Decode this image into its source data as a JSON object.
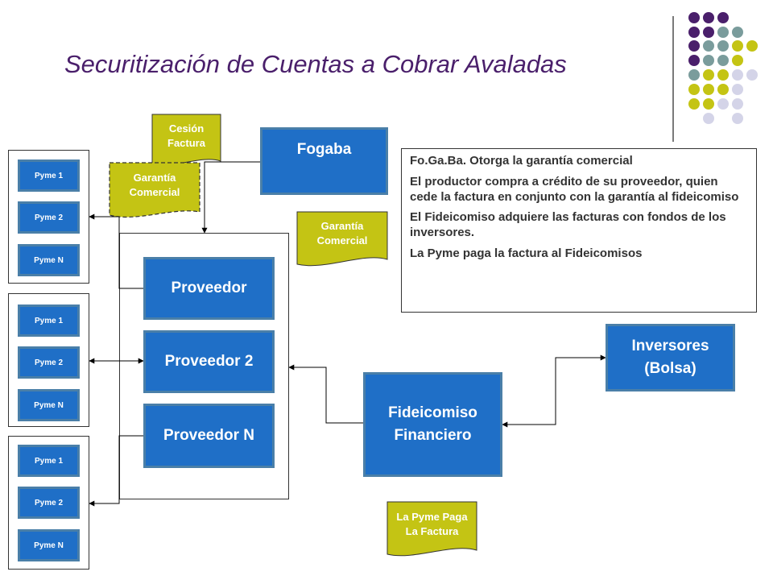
{
  "title": "Securitización de Cuentas a Cobrar Avaladas",
  "colors": {
    "blue": "#1f6fc7",
    "olive": "#c4c414",
    "purple": "#4a1f6b",
    "teal": "#7a9c9c",
    "lavender": "#d4d4e8"
  },
  "nodes": {
    "fogaba": "Fogaba",
    "proveedor1": "Proveedor",
    "proveedor2": "Proveedor 2",
    "proveedorN": "Proveedor N",
    "fideicomiso": {
      "line1": "Fideicomiso",
      "line2": "Financiero"
    },
    "inversores": {
      "line1": "Inversores",
      "line2": "(Bolsa)"
    }
  },
  "pyme_groups": [
    [
      "Pyme 1",
      "Pyme 2",
      "Pyme N"
    ],
    [
      "Pyme 1",
      "Pyme 2",
      "Pyme N"
    ],
    [
      "Pyme 1",
      "Pyme 2",
      "Pyme N"
    ]
  ],
  "documents": {
    "cesion": {
      "line1": "Cesión",
      "line2": "Factura"
    },
    "garantia_dashed": {
      "line1": "Garantía",
      "line2": "Comercial"
    },
    "garantia": {
      "line1": "Garantía",
      "line2": "Comercial"
    },
    "pago": {
      "line1": "La Pyme Paga",
      "line2": "La Factura"
    }
  },
  "info": [
    "Fo.Ga.Ba. Otorga la garantía comercial",
    "El productor compra a crédito de su proveedor, quien cede la factura en conjunto con la garantía al fideicomiso",
    "El Fideicomiso adquiere las facturas con fondos de los inversores.",
    "La Pyme paga la factura al Fideicomisos"
  ]
}
